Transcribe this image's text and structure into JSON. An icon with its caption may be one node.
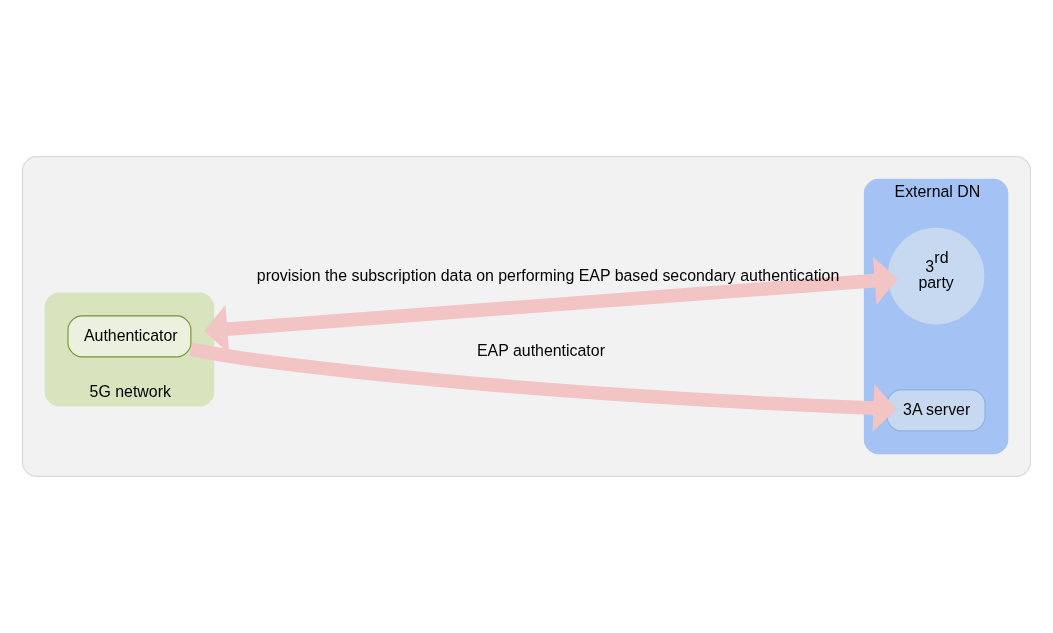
{
  "diagram": {
    "nodes": [
      {
        "text": [],
        "shape": "box"
      },
      {
        "text": [
          "5G network"
        ],
        "in": 0
      },
      {
        "text": [
          "Authenticator"
        ],
        "in": 1
      },
      {
        "text": [
          "External DN"
        ],
        "in": 0
      },
      {
        "text": [
          "3A server"
        ],
        "in": 3
      },
      {
        "text": [
          "3$^{rd}$ party"
        ],
        "in": 3
      }
    ],
    "edges": [
      {
        "from": 2,
        "to": 4,
        "arrow": "to",
        "label": "EAP authenticator"
      },
      {
        "from": 1,
        "to": 5,
        "arrow": "both",
        "label": "provision the subscription data on performing EAP based secondary authentication"
      }
    ]
  }
}
